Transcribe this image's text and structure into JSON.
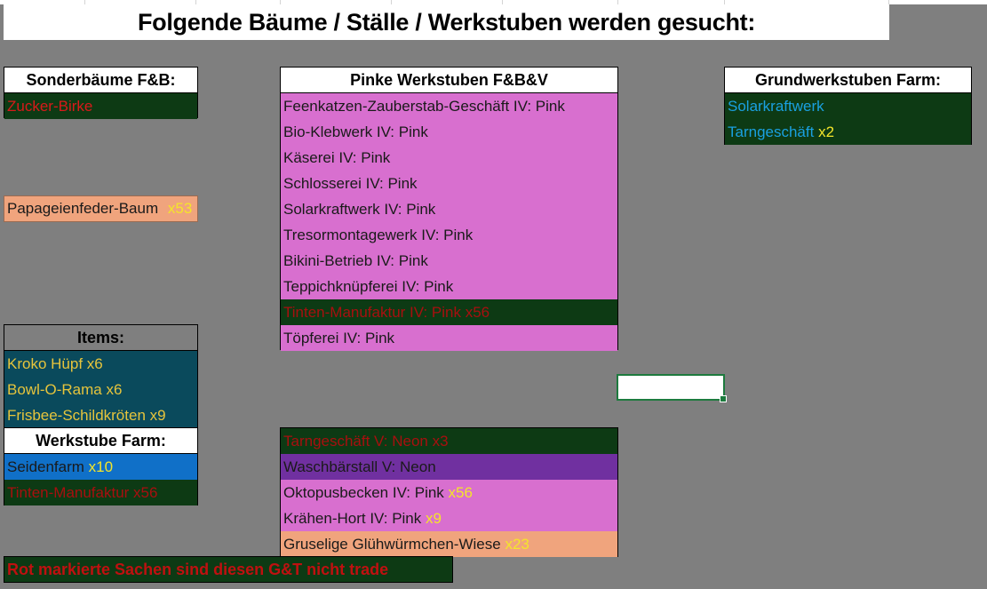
{
  "title": "Folgende Bäume / Ställe / Werkstuben werden gesucht:",
  "sonderbaeume": {
    "header": "Sonderbäume F&B:",
    "item": "Zucker-Birke"
  },
  "papagei": {
    "name": "Papageienfeder-Baum",
    "count": "x53"
  },
  "items": {
    "header": "Items:",
    "rows": [
      {
        "name": "Kroko Hüpf x6"
      },
      {
        "name": "Bowl-O-Rama x6"
      },
      {
        "name": "Frisbee-Schildkröten x9"
      }
    ]
  },
  "werkstube_farm": {
    "header": "Werkstube Farm:",
    "seidenfarm": "Seidenfarm",
    "seidenfarm_count": "x10",
    "tinten": "Tinten-Manufaktur x56"
  },
  "pinke": {
    "header": "Pinke Werkstuben F&B&V",
    "rows": [
      "Feenkatzen-Zauberstab-Geschäft IV: Pink",
      "Bio-Klebwerk IV: Pink",
      "Käserei IV: Pink",
      "Schlosserei IV: Pink",
      "Solarkraftwerk IV: Pink",
      "Tresormontagewerk IV: Pink",
      "Bikini-Betrieb IV: Pink",
      "Teppichknüpferei IV: Pink",
      "Tinten-Manufaktur IV: Pink x56",
      "Töpferei IV: Pink"
    ]
  },
  "grund": {
    "header": "Grundwerkstuben Farm:",
    "row1": "Solarkraftwerk",
    "row2": "Tarngeschäft",
    "row2_count": "x2"
  },
  "lower_list": {
    "tarn": "Tarngeschäft V: Neon x3",
    "wasch": "Waschbärstall V: Neon",
    "okto": "Oktopusbecken IV: Pink",
    "okto_count": "x56",
    "kraehe": "Krähen-Hort IV: Pink",
    "kraehe_count": "x9",
    "grusel": "Gruselige Glühwürmchen-Wiese",
    "grusel_count": "x23"
  },
  "footer": "Rot markierte Sachen sind diesen G&T nicht trade"
}
